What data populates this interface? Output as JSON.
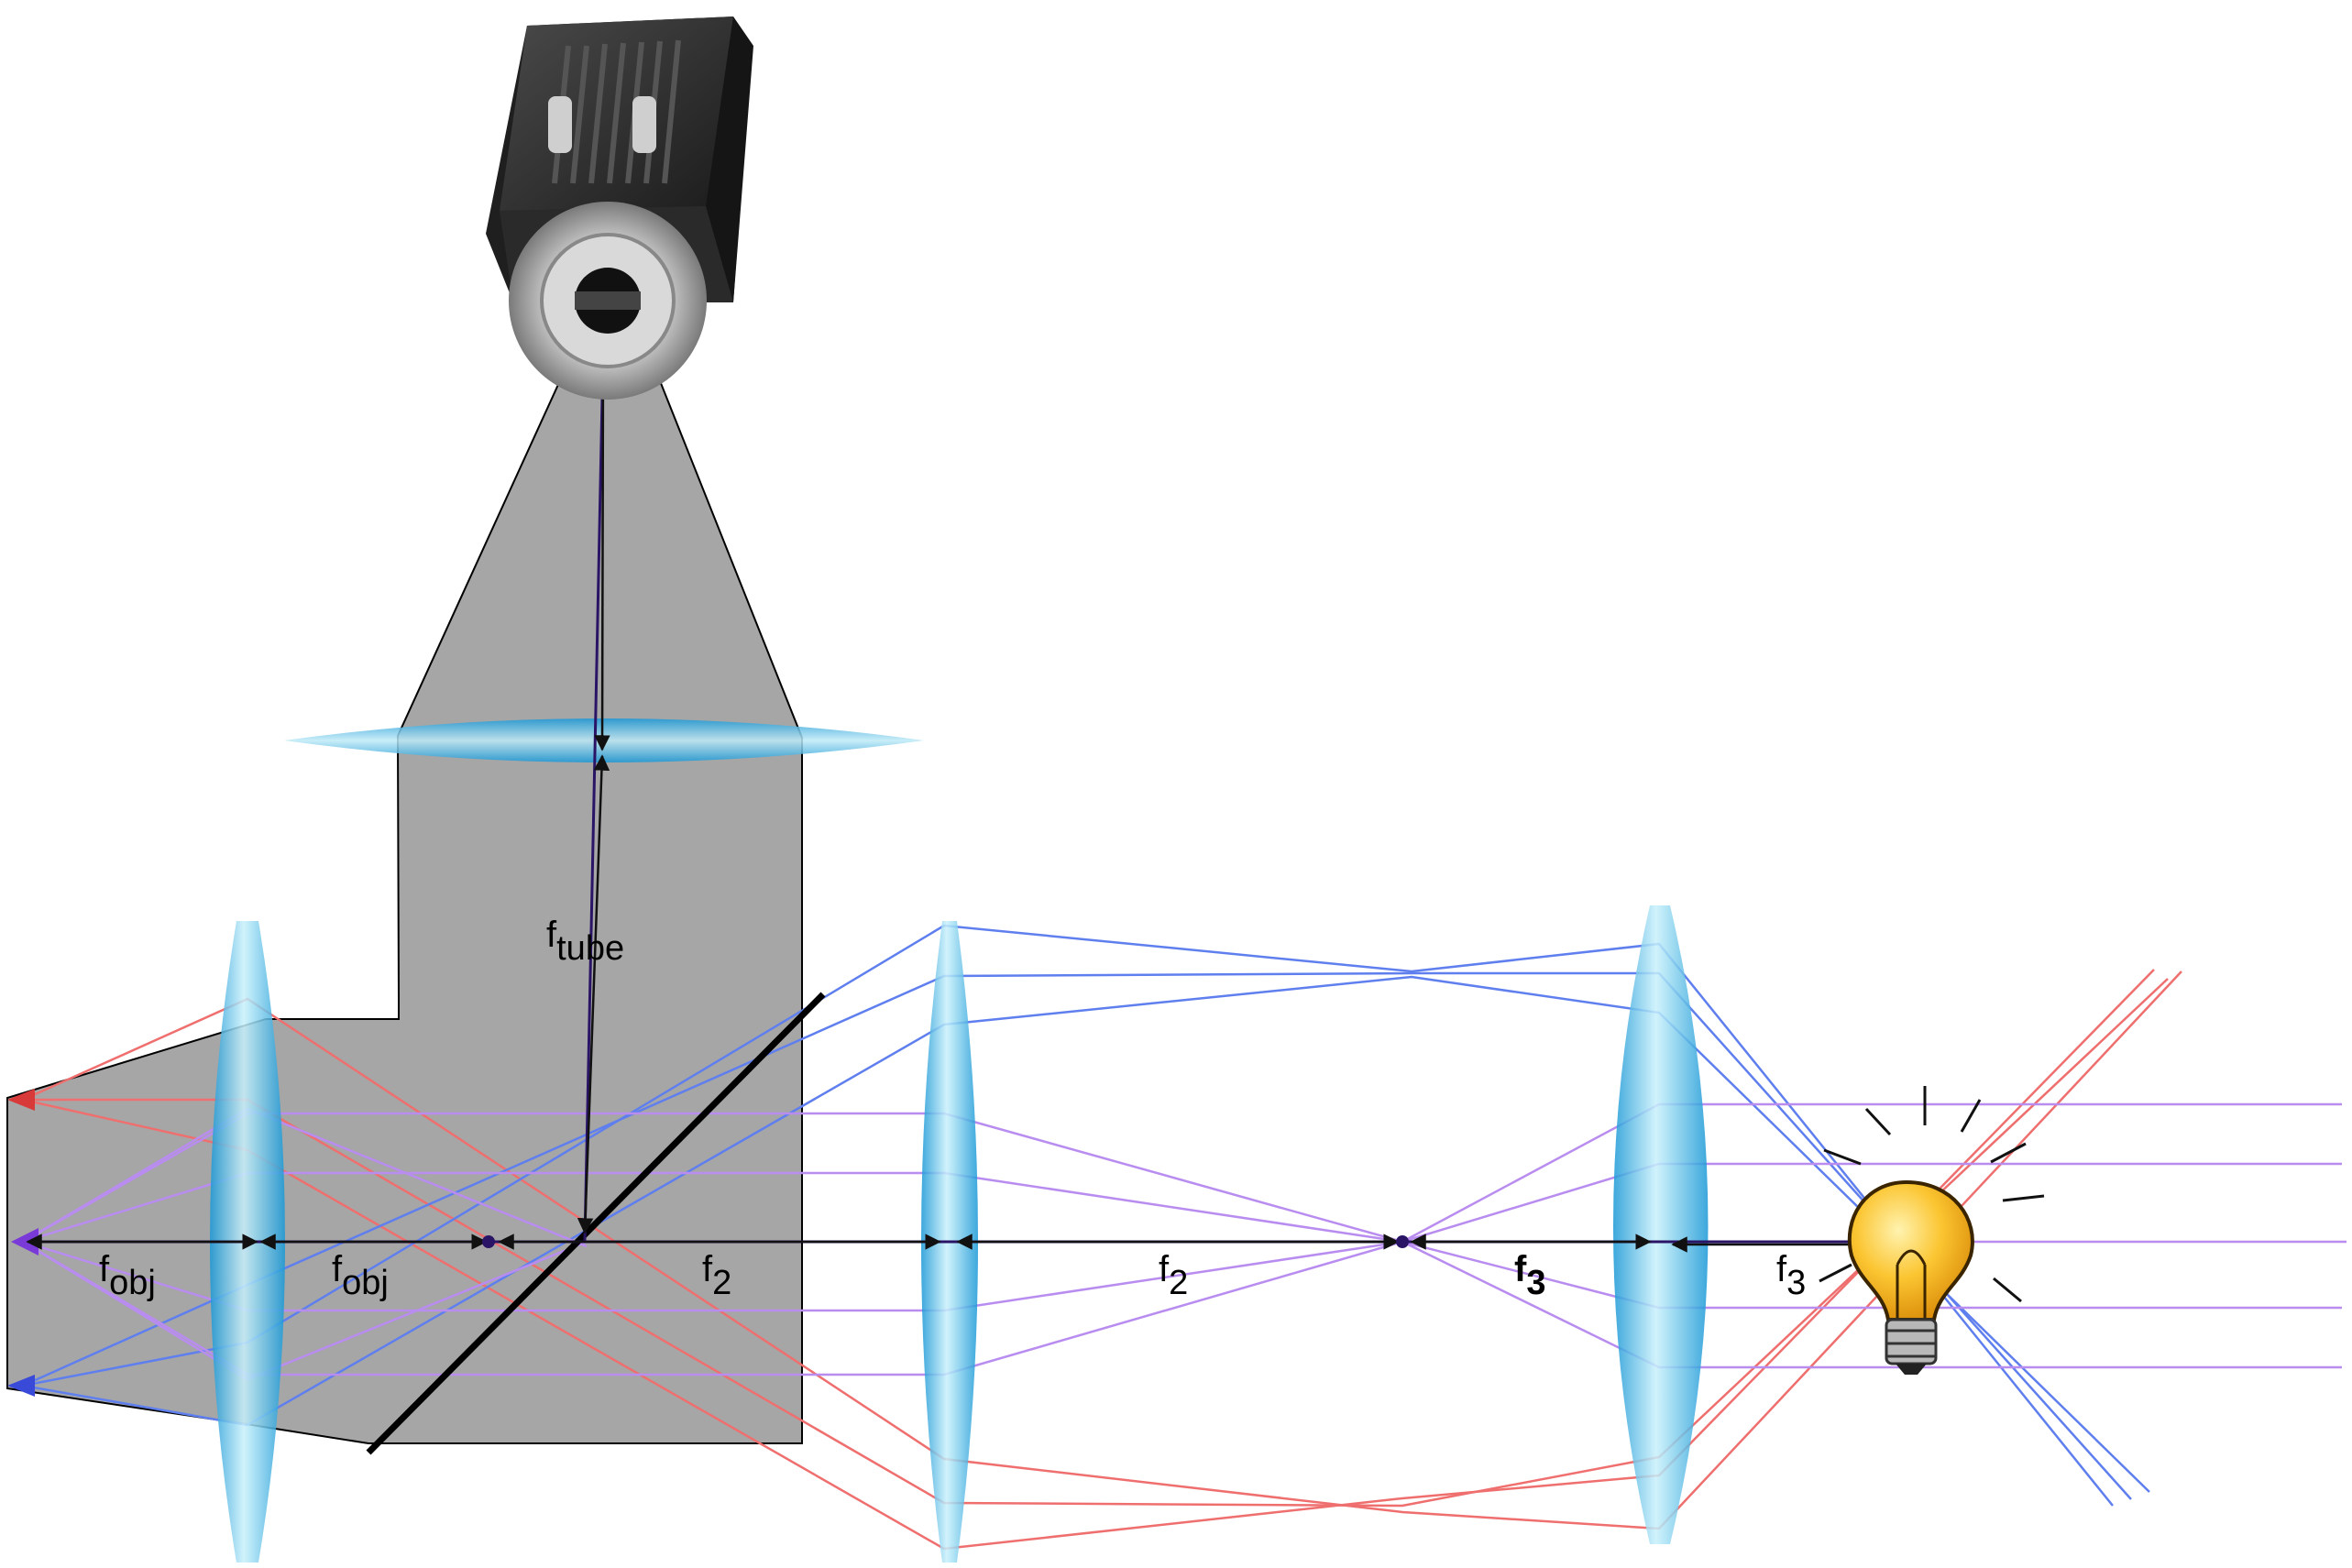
{
  "labels": {
    "f_tube": {
      "base": "f",
      "sub": "tube"
    },
    "f_obj_left": {
      "base": "f",
      "sub": "obj"
    },
    "f_obj_right": {
      "base": "f",
      "sub": "obj"
    },
    "f2_left": {
      "base": "f",
      "sub": "2"
    },
    "f2_right": {
      "base": "f",
      "sub": "2"
    },
    "f3_left": {
      "base": "f",
      "sub": "3"
    },
    "f3_right": {
      "base": "f",
      "sub": "3"
    }
  },
  "colors": {
    "red_ray": "#ef6f6f",
    "blue_ray": "#5f7fef",
    "purple_ray": "#b98cf0",
    "optical_axis": "#2a1466",
    "lens_light": "#bfeaf7",
    "lens_mid": "#43b6e6",
    "lens_dark": "#1495d4",
    "shaded_region": "#a6a6a6",
    "mirror": "#000000",
    "bulb_glass": "#f7b51e",
    "camera_body": "#2c2c2c"
  },
  "icons": {
    "camera": "scientific-camera-icon",
    "light_source": "light-bulb-icon"
  }
}
